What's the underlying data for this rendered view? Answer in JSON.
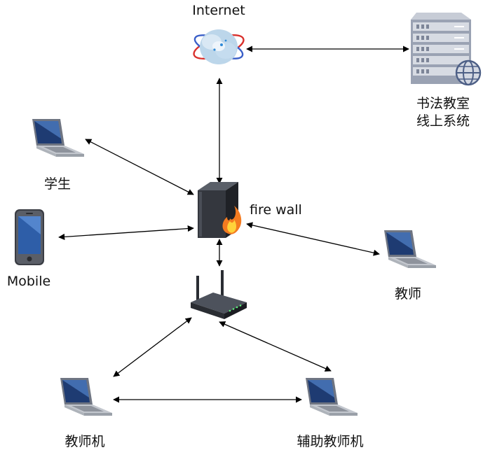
{
  "nodes": {
    "internet": {
      "label": "Internet",
      "icon": "cloud-globe-icon"
    },
    "server": {
      "label_line1": "书法教室",
      "label_line2": "线上系统",
      "icon": "server-rack-icon"
    },
    "firewall": {
      "label": "fire wall",
      "icon": "firewall-icon"
    },
    "router": {
      "icon": "wireless-router-icon"
    },
    "student": {
      "label": "学生",
      "icon": "laptop-icon"
    },
    "mobile": {
      "label": "Mobile",
      "icon": "smartphone-icon"
    },
    "teacher": {
      "label": "教师",
      "icon": "laptop-icon"
    },
    "teacher_pc": {
      "label": "教师机",
      "icon": "laptop-icon"
    },
    "assistant_pc": {
      "label": "辅助教师机",
      "icon": "laptop-icon"
    }
  },
  "links": [
    {
      "from": "internet",
      "to": "server",
      "bidirectional": true
    },
    {
      "from": "internet",
      "to": "firewall",
      "bidirectional": true
    },
    {
      "from": "student",
      "to": "firewall",
      "bidirectional": true
    },
    {
      "from": "mobile",
      "to": "firewall",
      "bidirectional": true
    },
    {
      "from": "firewall",
      "to": "teacher",
      "bidirectional": true
    },
    {
      "from": "firewall",
      "to": "router",
      "bidirectional": true
    },
    {
      "from": "router",
      "to": "teacher_pc",
      "bidirectional": true
    },
    {
      "from": "router",
      "to": "assistant_pc",
      "bidirectional": true
    },
    {
      "from": "teacher_pc",
      "to": "assistant_pc",
      "bidirectional": true
    }
  ],
  "colors": {
    "connector": "#000000",
    "label_text": "#111111",
    "flame": "#f47b20"
  }
}
